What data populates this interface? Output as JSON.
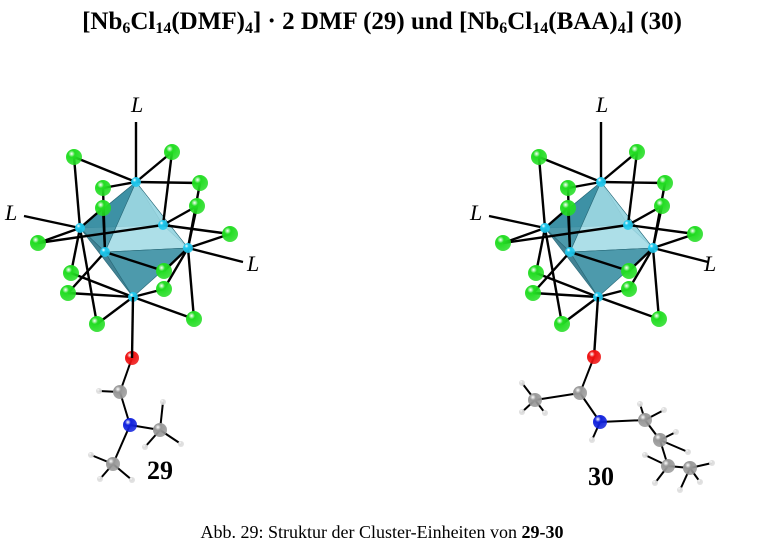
{
  "title": {
    "part1": "[Nb",
    "sub1": "6",
    "part2": "Cl",
    "sub2": "14",
    "part3": "(DMF)",
    "sub3": "4",
    "part4": "] · 2 DMF (29) und [Nb",
    "sub4": "6",
    "part5": "Cl",
    "sub5": "14",
    "part6": "(BAA)",
    "sub6": "4",
    "part7": "] (30)"
  },
  "structures": [
    {
      "compound_label": "29",
      "ligand_label": "L"
    },
    {
      "compound_label": "30",
      "ligand_label": "L"
    }
  ],
  "caption": {
    "prefix": "Abb. 29: Struktur der Cluster-Einheiten von ",
    "ref": "29-30"
  },
  "colors": {
    "nb": "#1ec8ee",
    "cl": "#22dd22",
    "o": "#ee1111",
    "n": "#1122dd",
    "c": "#999999",
    "h": "#dddddd",
    "octahedron": "#3a8fa3"
  }
}
